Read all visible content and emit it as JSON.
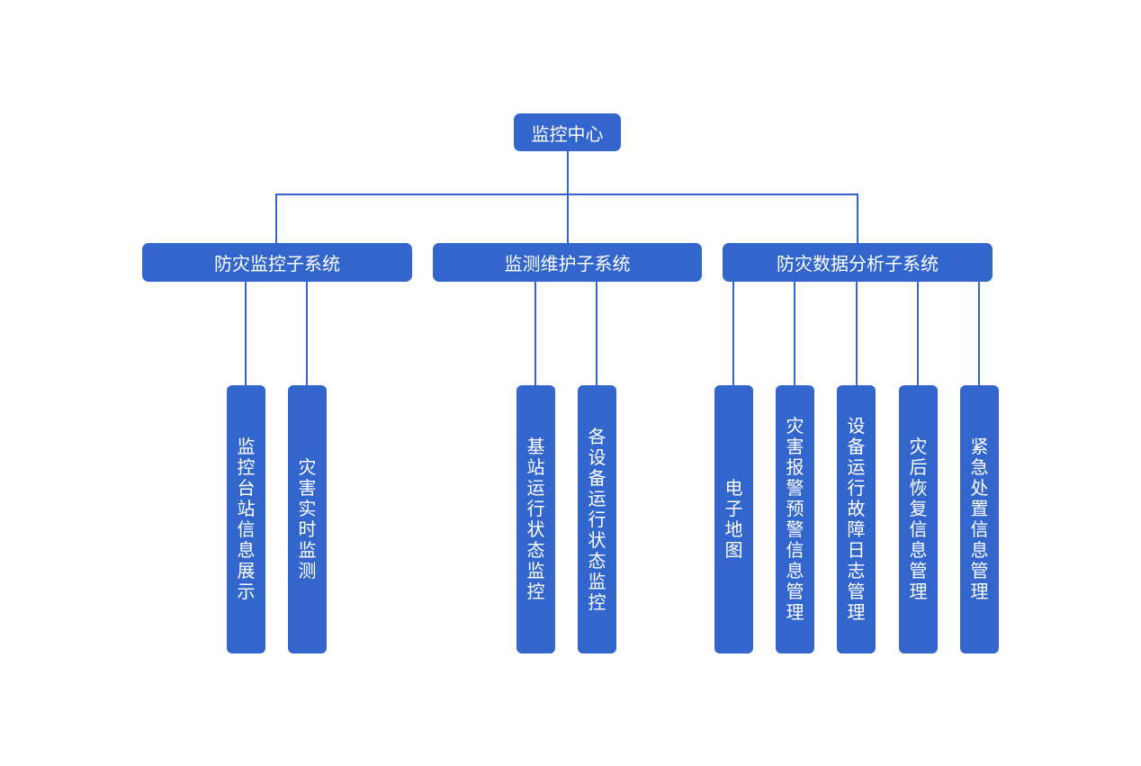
{
  "colors": {
    "node_fill": "#3366cc",
    "connector": "#3366cc",
    "text": "#ffffff",
    "background": "#ffffff"
  },
  "root": {
    "label": "监控中心"
  },
  "subsystems": [
    {
      "label": "防灾监控子系统",
      "children": [
        {
          "label": "监控台站信息展示"
        },
        {
          "label": "灾害实时监测"
        }
      ]
    },
    {
      "label": "监测维护子系统",
      "children": [
        {
          "label": "基站运行状态监控"
        },
        {
          "label": "各设备运行状态监控"
        }
      ]
    },
    {
      "label": "防灾数据分析子系统",
      "children": [
        {
          "label": "电子地图"
        },
        {
          "label": "灾害报警预警信息管理"
        },
        {
          "label": "设备运行故障日志管理"
        },
        {
          "label": "灾后恢复信息管理"
        },
        {
          "label": "紧急处置信息管理"
        }
      ]
    }
  ]
}
